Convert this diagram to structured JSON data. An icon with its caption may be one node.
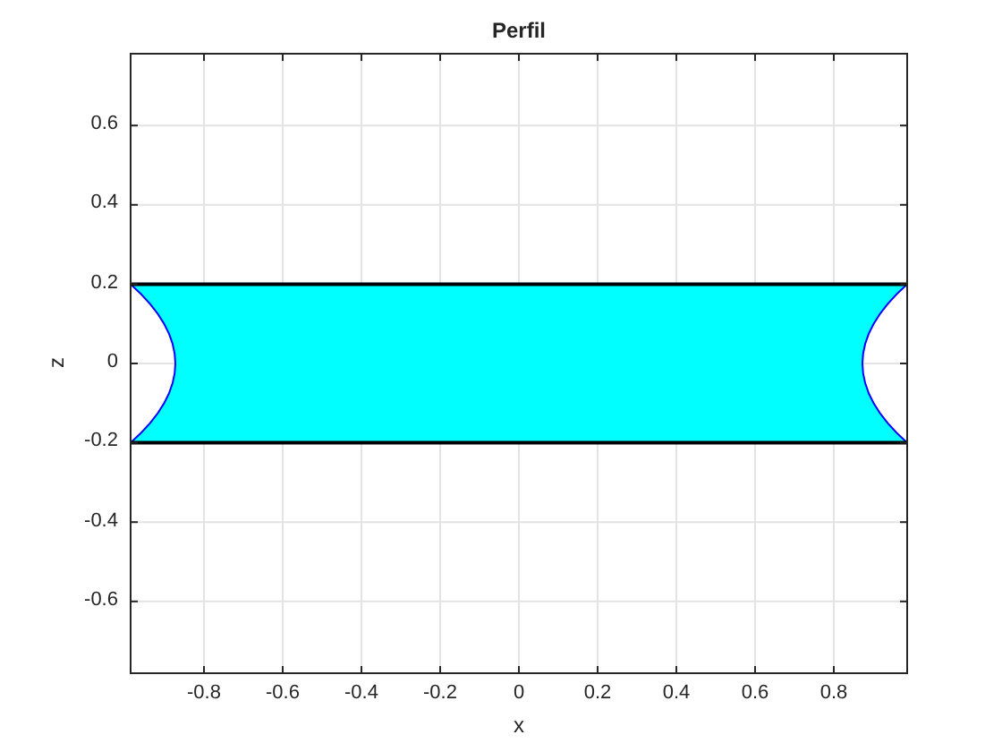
{
  "diagram": {
    "title": "Perfil",
    "labels": [
      "0.6",
      "0.4",
      "0.2",
      "0",
      "-0.2",
      "-0.4",
      "-0.6",
      "z",
      "-0.8",
      "-0.6",
      "-0.4",
      "-0.2",
      "0",
      "0.2",
      "0.4",
      "0.6",
      "0.8",
      "x"
    ]
  }
}
